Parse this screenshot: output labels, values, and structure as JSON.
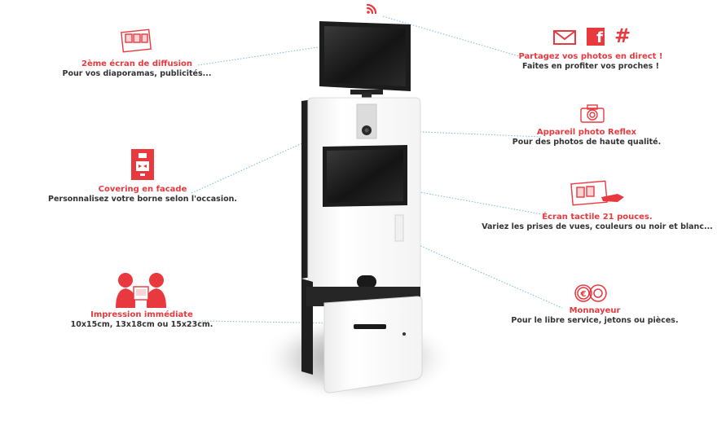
{
  "colors": {
    "accent": "#e8393f",
    "text": "#333333",
    "line": "#7fb7d6"
  },
  "features": {
    "second_screen": {
      "title": "2ème écran de diffusion",
      "desc": "Pour vos diaporamas, publicités...",
      "icon": "slideshow-screen-icon"
    },
    "share": {
      "title": "Partagez vos photos en direct !",
      "desc": "Faites en profiter vos proches !",
      "icons": [
        "wifi-icon",
        "mail-icon",
        "facebook-icon",
        "hashtag-icon"
      ]
    },
    "camera": {
      "title": "Appareil photo Reflex",
      "desc": "Pour des photos de haute qualité.",
      "icon": "camera-icon"
    },
    "covering": {
      "title": "Covering en facade",
      "desc": "Personnalisez votre borne selon l'occasion.",
      "icon": "covering-icon"
    },
    "touchscreen": {
      "title": "Écran tactile 21 pouces.",
      "desc": "Variez les prises de vues, couleurs ou noir et blanc...",
      "icon": "touch-screen-icon"
    },
    "print": {
      "title": "Impression immédiate",
      "desc": "10x15cm, 13x18cm ou 15x23cm.",
      "icon": "people-photo-icon"
    },
    "coin": {
      "title": "Monnayeur",
      "desc": "Pour le libre service, jetons ou pièces.",
      "icon": "coin-icon"
    }
  },
  "facebook_letter": "f",
  "hashtag_symbol": "#"
}
